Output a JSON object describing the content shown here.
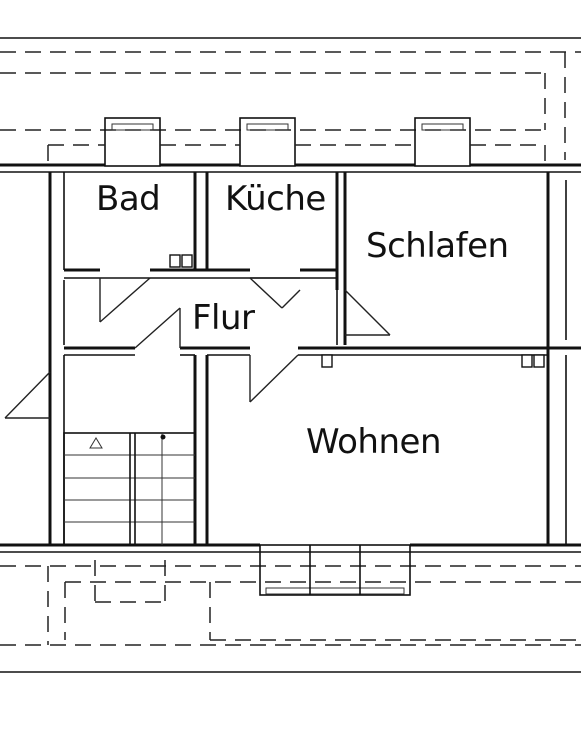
{
  "rooms": {
    "bad": "Bad",
    "kueche": "Küche",
    "schlafen": "Schlafen",
    "flur": "Flur",
    "wohnen": "Wohnen"
  }
}
